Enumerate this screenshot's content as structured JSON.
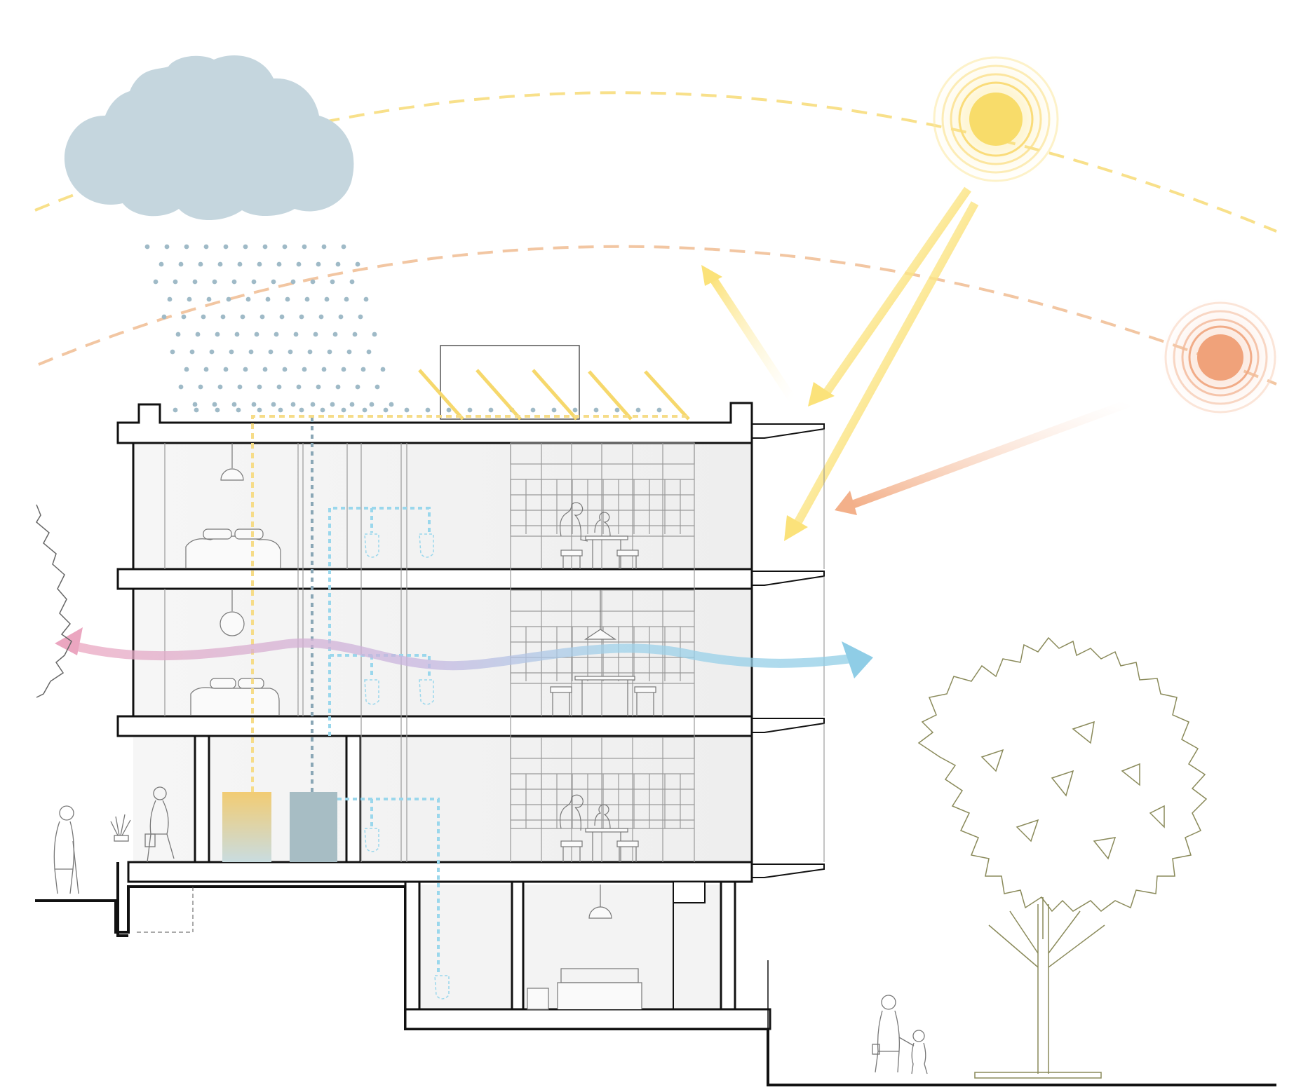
{
  "diagram": {
    "description_visible_text": [],
    "colors": {
      "background": "#ffffff",
      "cloud": "#c5d6de",
      "rain": "#9fbac7",
      "sun_high": "#f8dc6a",
      "sun_low": "#f2b089",
      "path_high": "#f8e08a",
      "path_low": "#f2c6a2",
      "sun_ray": "#fbe27a",
      "low_sun_ray": "#f3b48c",
      "warm_air": "#eba6c0",
      "cool_air": "#8fcde6",
      "rain_pipe": "#8aa7b6",
      "water_pipe": "#9ad7ec",
      "solar_pipe": "#f6dc88",
      "hot_tank_top": "#f2cc73",
      "hot_tank_bottom": "#c9dce0",
      "rain_tank": "#a7bdc4",
      "structure": "#111111",
      "interior_line": "#9a9a9a",
      "room_fill": "#f3f3f3",
      "tree_line": "#8a8a5a"
    },
    "elements": [
      {
        "name": "rain-cloud",
        "icon": "cloud-icon"
      },
      {
        "name": "rain-drops",
        "icon": "rain-icon"
      },
      {
        "name": "high-sun",
        "icon": "sun-icon"
      },
      {
        "name": "low-sun",
        "icon": "sun-icon"
      },
      {
        "name": "high-sun-path",
        "icon": "dashed-arc"
      },
      {
        "name": "low-sun-path",
        "icon": "dashed-arc"
      },
      {
        "name": "solar-panels",
        "icon": "solar-panel-icon"
      },
      {
        "name": "cross-ventilation-arrow",
        "icon": "airflow-arrow-icon"
      },
      {
        "name": "hot-water-tank",
        "icon": "tank-icon"
      },
      {
        "name": "rainwater-tank",
        "icon": "tank-icon"
      },
      {
        "name": "street-tree",
        "icon": "tree-icon"
      },
      {
        "name": "pedestrians",
        "icon": "person-icon"
      }
    ]
  }
}
